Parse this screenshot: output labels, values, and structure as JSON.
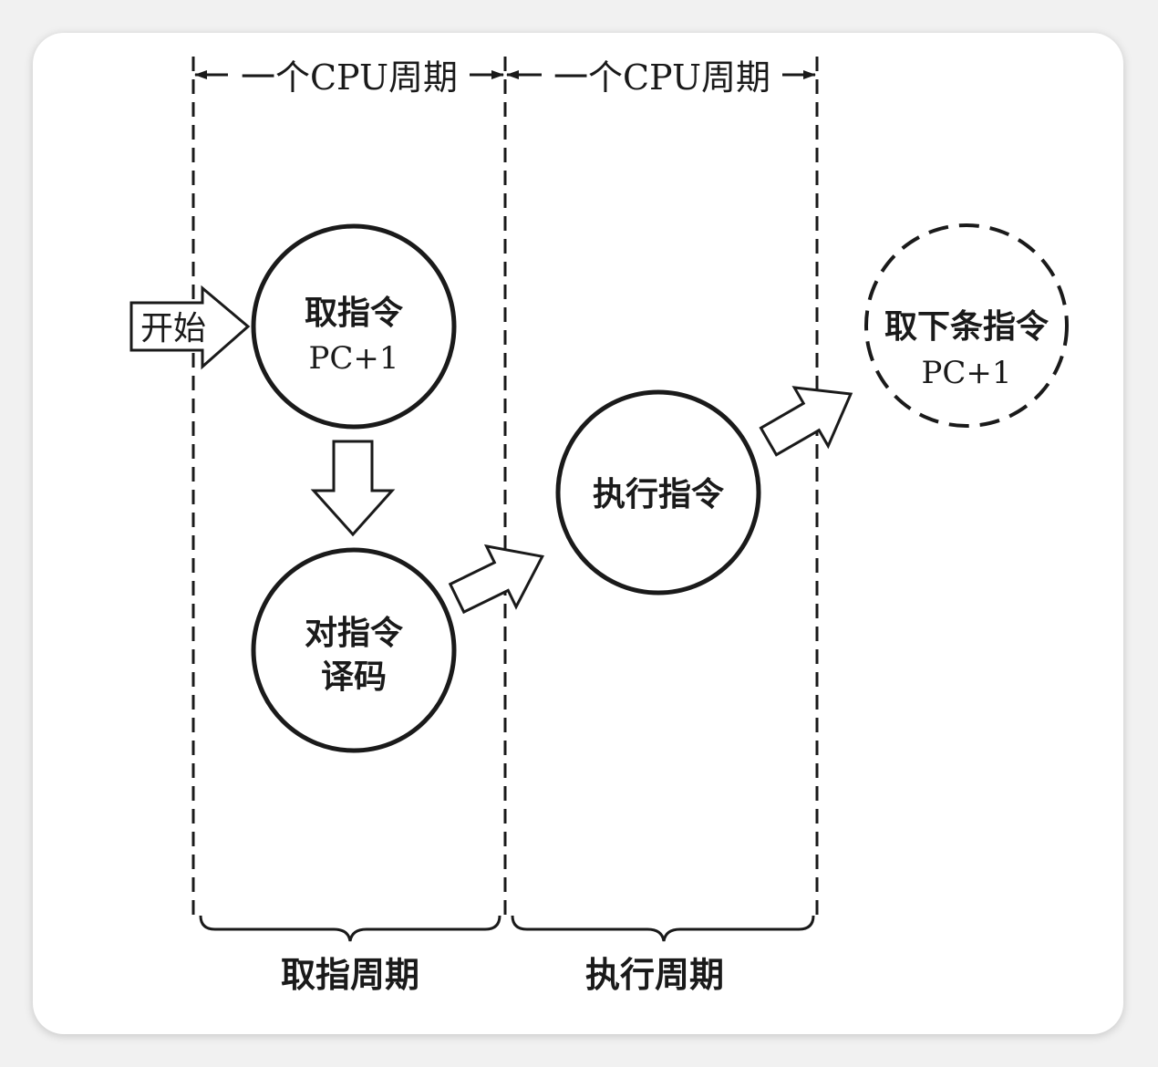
{
  "top_labels": {
    "cycle_1": "一个CPU周期",
    "cycle_2": "一个CPU周期"
  },
  "nodes": {
    "start": "开始",
    "fetch": {
      "line1": "取指令",
      "line2": "PC+1"
    },
    "decode": {
      "line1": "对指令",
      "line2": "译码"
    },
    "execute": "执行指令",
    "fetch_next": {
      "line1": "取下条指令",
      "line2": "PC+1"
    }
  },
  "bottom_labels": {
    "fetch_cycle": "取指周期",
    "execute_cycle": "执行周期"
  }
}
